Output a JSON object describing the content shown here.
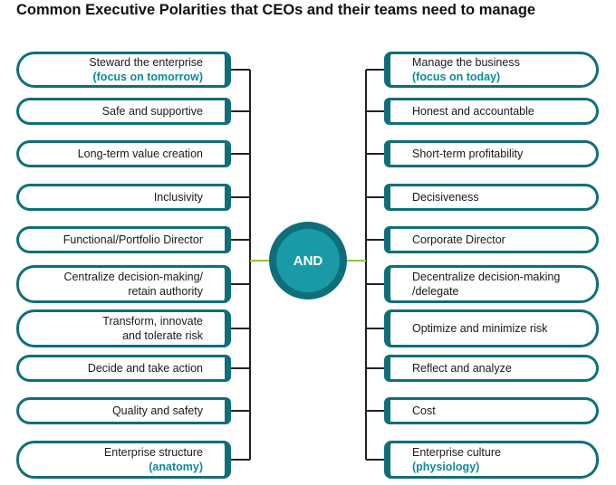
{
  "title": "Common Executive Polarities that CEOs and their teams need to manage",
  "center_label": "AND",
  "colors": {
    "accent_dark": "#0e6f7a",
    "accent_light": "#1a9aa7",
    "sub_text": "#0e8a99",
    "connector_green": "#8cc63f"
  },
  "left": [
    {
      "lines": [
        "Steward the enterprise"
      ],
      "sub": "(focus on tomorrow)"
    },
    {
      "lines": [
        "Safe and supportive"
      ]
    },
    {
      "lines": [
        "Long-term value creation"
      ]
    },
    {
      "lines": [
        "Inclusivity"
      ]
    },
    {
      "lines": [
        "Functional/Portfolio Director"
      ]
    },
    {
      "lines": [
        "Centralize decision-making/",
        "retain authority"
      ]
    },
    {
      "lines": [
        "Transform, innovate",
        "and tolerate risk"
      ]
    },
    {
      "lines": [
        "Decide and take action"
      ]
    },
    {
      "lines": [
        "Quality and safety"
      ]
    },
    {
      "lines": [
        "Enterprise structure"
      ],
      "sub": "(anatomy)"
    }
  ],
  "right": [
    {
      "lines": [
        "Manage the business"
      ],
      "sub": "(focus on today)"
    },
    {
      "lines": [
        "Honest and accountable"
      ]
    },
    {
      "lines": [
        "Short-term profitability"
      ]
    },
    {
      "lines": [
        "Decisiveness"
      ]
    },
    {
      "lines": [
        "Corporate Director"
      ]
    },
    {
      "lines": [
        "Decentralize decision-making",
        "/delegate"
      ]
    },
    {
      "lines": [
        "Optimize and minimize risk"
      ]
    },
    {
      "lines": [
        "Reflect and analyze"
      ]
    },
    {
      "lines": [
        "Cost"
      ]
    },
    {
      "lines": [
        "Enterprise culture"
      ],
      "sub": "(physiology)"
    }
  ]
}
